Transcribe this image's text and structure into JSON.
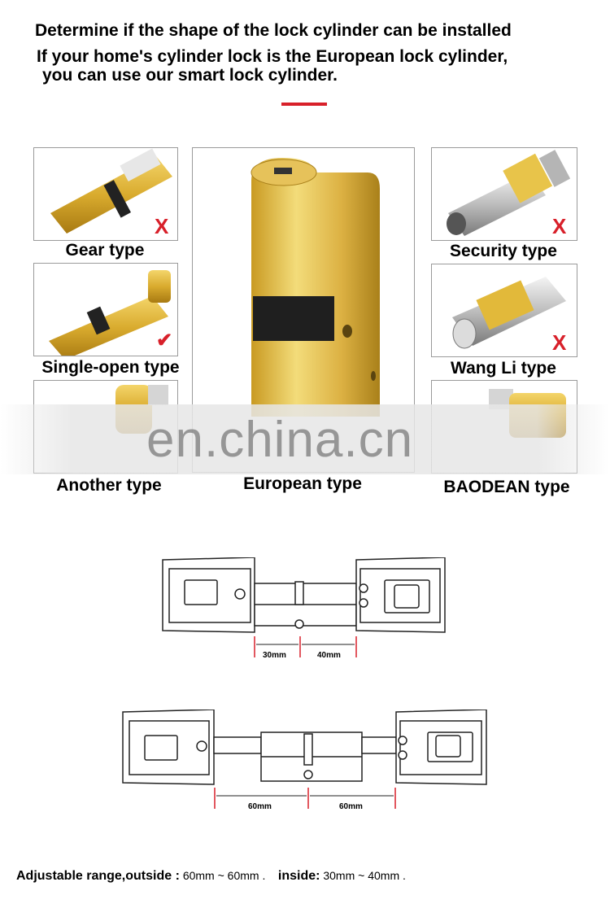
{
  "header": {
    "line1": "Determine if the shape of the lock cylinder can be installed",
    "line2": "If your home's cylinder lock is the European lock cylinder,",
    "line3": "you can use our smart lock cylinder."
  },
  "types": {
    "gear": "Gear type",
    "security": "Security type",
    "single_open": "Single-open type",
    "wang_li": "Wang Li type",
    "another": "Another type",
    "european": "European type",
    "baodean": "BAODEAN type"
  },
  "marks": {
    "cross": "X",
    "check": "✔"
  },
  "watermark": "en.china.cn",
  "diagram1": {
    "left_dim": "30mm",
    "right_dim": "40mm"
  },
  "diagram2": {
    "left_dim": "60mm",
    "right_dim": "60mm"
  },
  "footer": {
    "outside_label": "Adjustable range,outside :",
    "outside_value": "60mm ~ 60mm .",
    "inside_label": "inside:",
    "inside_value": "30mm ~ 40mm ."
  },
  "colors": {
    "brass": "#d9b23a",
    "accent_red": "#d8202a"
  }
}
